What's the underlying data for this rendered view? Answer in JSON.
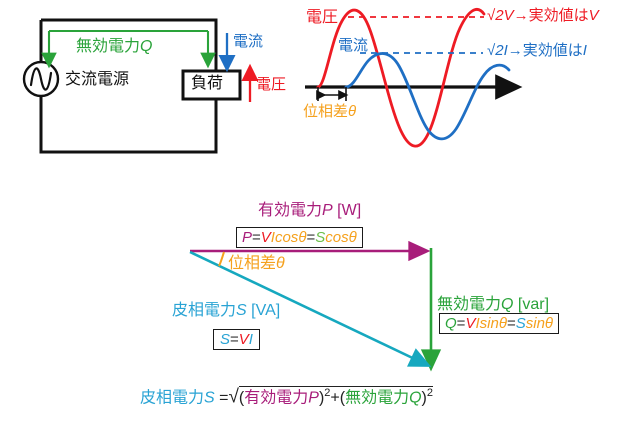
{
  "colors": {
    "black": "#111111",
    "green": "#2aa33a",
    "blue": "#1f6fc4",
    "red": "#ee1b24",
    "magenta": "#a81d7a",
    "orange": "#f5a11e",
    "cyan": "#16a8bf",
    "white": "#ffffff"
  },
  "circuit": {
    "source_label": "交流電源",
    "load_label": "負荷",
    "reactive_label": "無効電力",
    "reactive_symbol": "Q",
    "current_label": "電流",
    "voltage_label": "電圧",
    "source_icon": "ac-source-sine-icon"
  },
  "waveform": {
    "voltage_label": "電圧",
    "current_label": "電流",
    "voltage_peak_label": "√2V",
    "voltage_arrow": "→",
    "voltage_rms_text": "実効値は",
    "voltage_rms_symbol": "V",
    "current_peak_label": "√2I",
    "current_arrow": "→",
    "current_rms_text": "実効値は",
    "current_rms_symbol": "I",
    "phase_label": "位相差",
    "phase_symbol": "θ"
  },
  "triangle": {
    "active": {
      "name": "有効電力",
      "symbol": "P",
      "unit": "[W]",
      "formula": {
        "lhs": "P",
        "eq1": "=",
        "v": "V",
        "i": "I",
        "cos1": "cos",
        "theta1": "θ",
        "eq2": "=",
        "s": "S",
        "cos2": "cos",
        "theta2": "θ"
      }
    },
    "reactive": {
      "name": "無効電力",
      "symbol": "Q",
      "unit": "[var]",
      "formula": {
        "lhs": "Q",
        "eq1": "=",
        "v": "V",
        "i": "I",
        "sin1": "sin",
        "theta1": "θ",
        "eq2": "=",
        "s": "S",
        "sin2": "sin",
        "theta2": "θ"
      }
    },
    "apparent": {
      "name": "皮相電力",
      "symbol": "S",
      "unit": "[VA]",
      "formula": {
        "lhs": "S",
        "eq": "=",
        "v": "V",
        "i": "I"
      }
    },
    "phase_label": "位相差",
    "phase_symbol": "θ"
  },
  "bottom_formula": {
    "lhs_name": "皮相電力",
    "lhs_symbol": "S",
    "eq": "=",
    "radical": "√",
    "open1": "(",
    "term1_name": "有効電力",
    "term1_symbol": "P",
    "close1": ")",
    "sup1": "2",
    "plus": "+",
    "open2": "(",
    "term2_name": "無効電力",
    "term2_symbol": "Q",
    "close2": ")",
    "sup2": "2"
  }
}
